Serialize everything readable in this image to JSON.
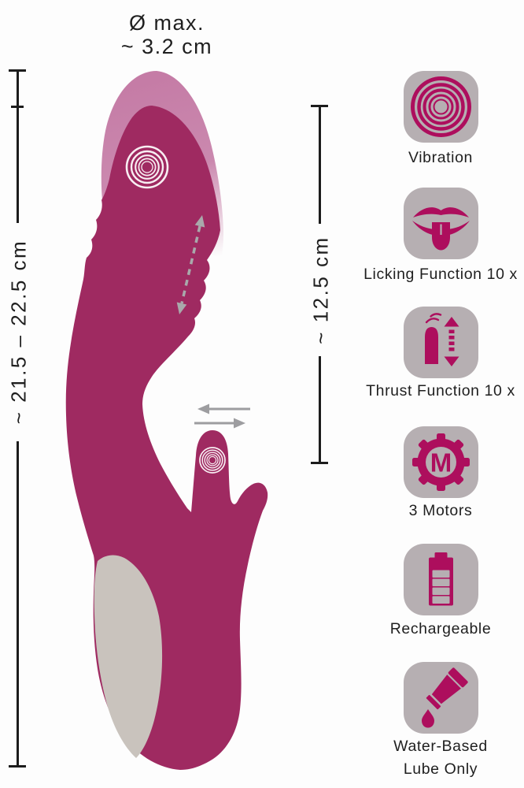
{
  "measurements": {
    "max_diameter_line1": "Ø max.",
    "max_diameter_line2": "~  3.2 cm",
    "total_length": "~ 21.5 – 22.5 cm",
    "insertable_length": "~ 12.5 cm"
  },
  "features": [
    {
      "name": "vibration",
      "icon": "vibration-waves-icon",
      "lines": [
        "Vibration"
      ]
    },
    {
      "name": "licking",
      "icon": "licking-tongue-icon",
      "lines": [
        "Licking Function 10 x"
      ]
    },
    {
      "name": "thrust",
      "icon": "thrust-arrows-icon",
      "lines": [
        "Thrust Function 10 x"
      ]
    },
    {
      "name": "motors",
      "icon": "motor-gear-icon",
      "icon_letter": "M",
      "lines": [
        "3 Motors"
      ]
    },
    {
      "name": "rechargeable",
      "icon": "battery-icon",
      "lines": [
        "Rechargeable"
      ]
    },
    {
      "name": "lube",
      "icon": "lube-tube-icon",
      "lines": [
        "Water-Based",
        "Lube Only"
      ]
    }
  ],
  "colors": {
    "body": "#9f2a61",
    "body_shadow": "#c57ca6",
    "handle_inset": "#c9c3bd",
    "tile_background": "#b6afb2",
    "icon_accent": "#ad0e5d",
    "measure_line": "#1c1c1c",
    "text": "#1f1f1f",
    "arrow_gray": "#9d9da0"
  }
}
